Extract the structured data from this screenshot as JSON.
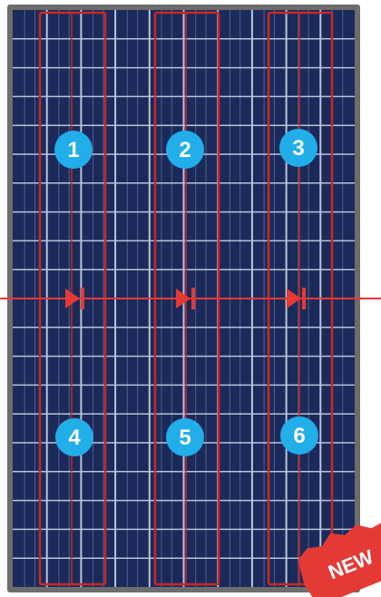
{
  "panel": {
    "frame_color": "#6d6d6d",
    "cell_color": "#1b2a5a",
    "grid_color": "#b9c3dc",
    "string_outline_color": "#c62828",
    "bypass_line_color": "#e53935",
    "cell_columns": 10,
    "cell_rows": 20
  },
  "substrings": [
    {
      "label": "1"
    },
    {
      "label": "2"
    },
    {
      "label": "3"
    }
  ],
  "markers": [
    {
      "label": "1"
    },
    {
      "label": "2"
    },
    {
      "label": "3"
    },
    {
      "label": "4"
    },
    {
      "label": "5"
    },
    {
      "label": "6"
    }
  ],
  "bypass_diodes": [
    {
      "name": "diode-1"
    },
    {
      "name": "diode-2"
    },
    {
      "name": "diode-3"
    }
  ],
  "badge": {
    "text": "NEW",
    "color": "#e53935"
  },
  "marker_color": "#21aee9"
}
